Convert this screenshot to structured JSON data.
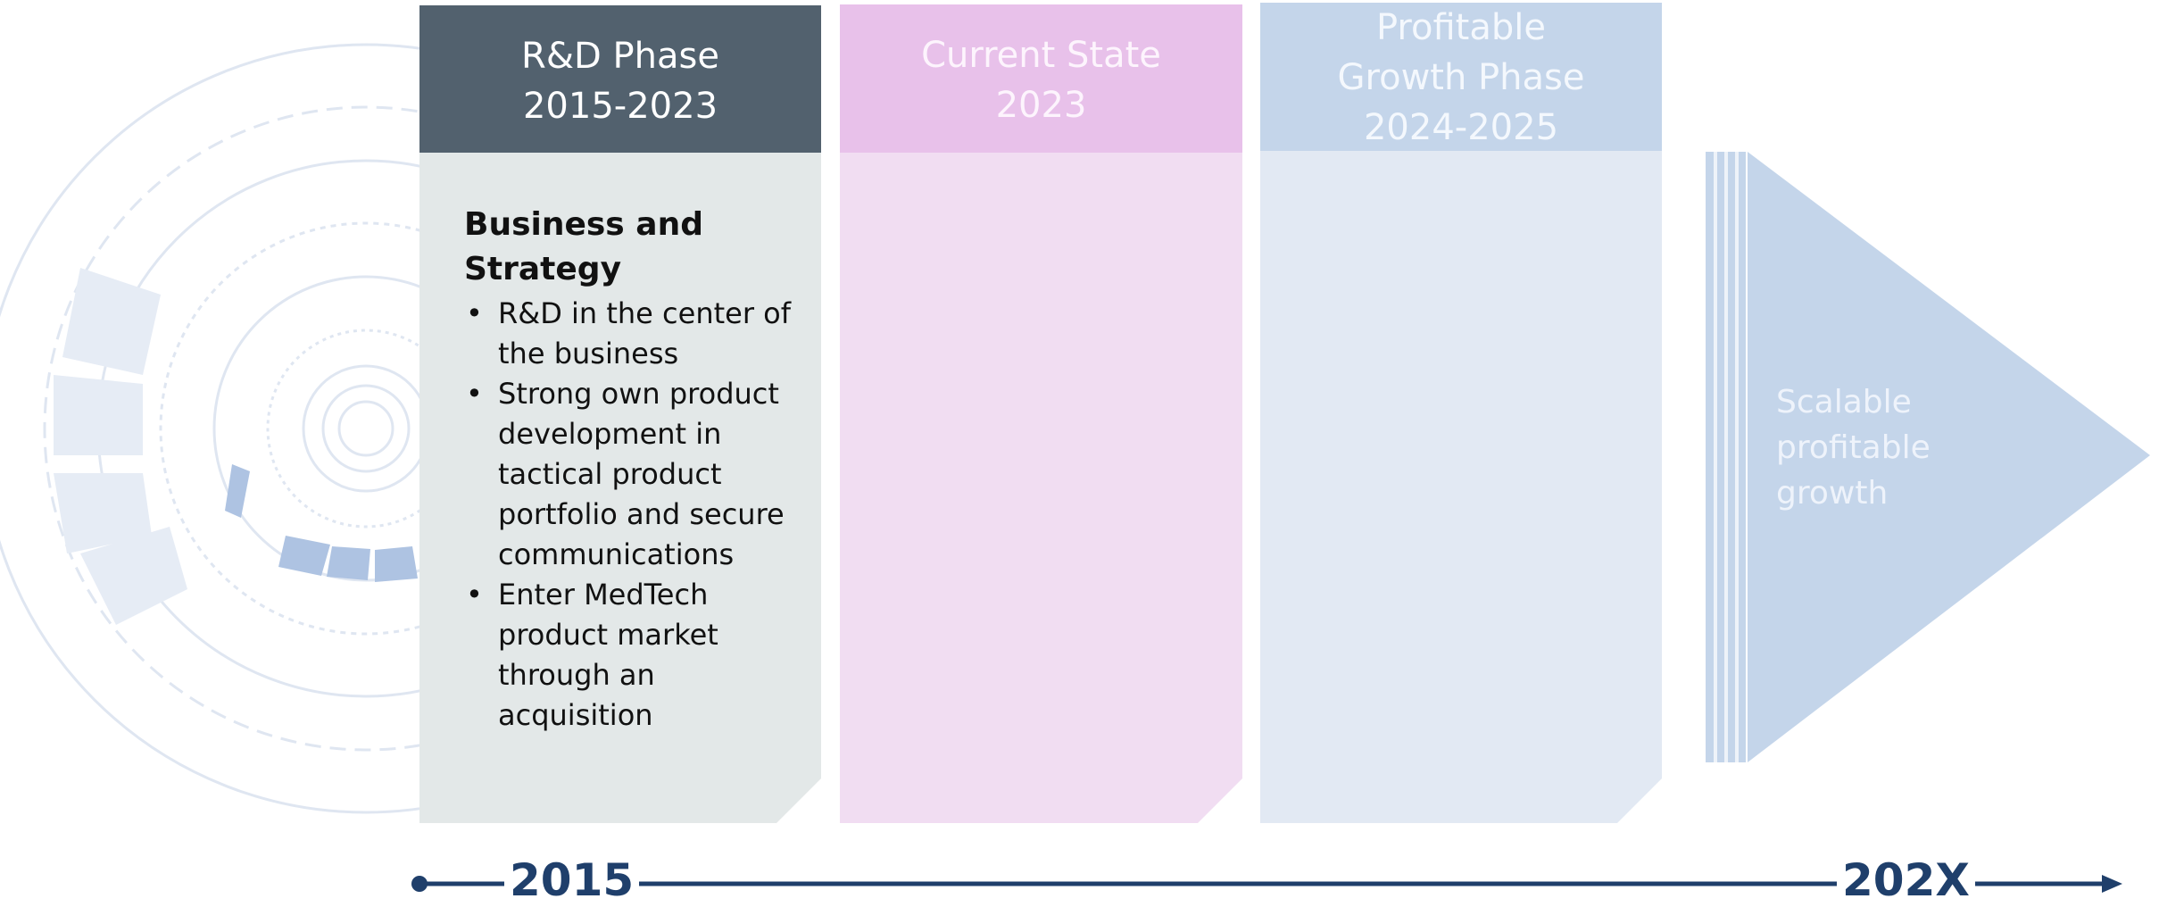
{
  "phases": [
    {
      "title_lines": [
        "R&D Phase",
        "2015-2023"
      ],
      "section_heading": "Business and Strategy",
      "bullets": [
        "R&D in the center of the business",
        "Strong own product development in tactical product portfolio and secure communications",
        "Enter MedTech product market through an acquisition"
      ],
      "header_color": "#52616e",
      "body_color": "#e3e8e8"
    },
    {
      "title_lines": [
        "Current State",
        "2023"
      ],
      "header_color": "#e8c1ea",
      "body_color": "#f1ddf2"
    },
    {
      "title_lines": [
        "Profitable",
        "Growth Phase",
        "2024-2025"
      ],
      "header_color": "#c4d5ea",
      "body_color": "#e2e9f3"
    }
  ],
  "arrow": {
    "text_lines": [
      "Scalable",
      "profitable",
      "growth"
    ],
    "color": "#c4d5ea"
  },
  "timeline": {
    "start_label": "2015",
    "end_label": "202X",
    "color": "#1f3f6b"
  }
}
